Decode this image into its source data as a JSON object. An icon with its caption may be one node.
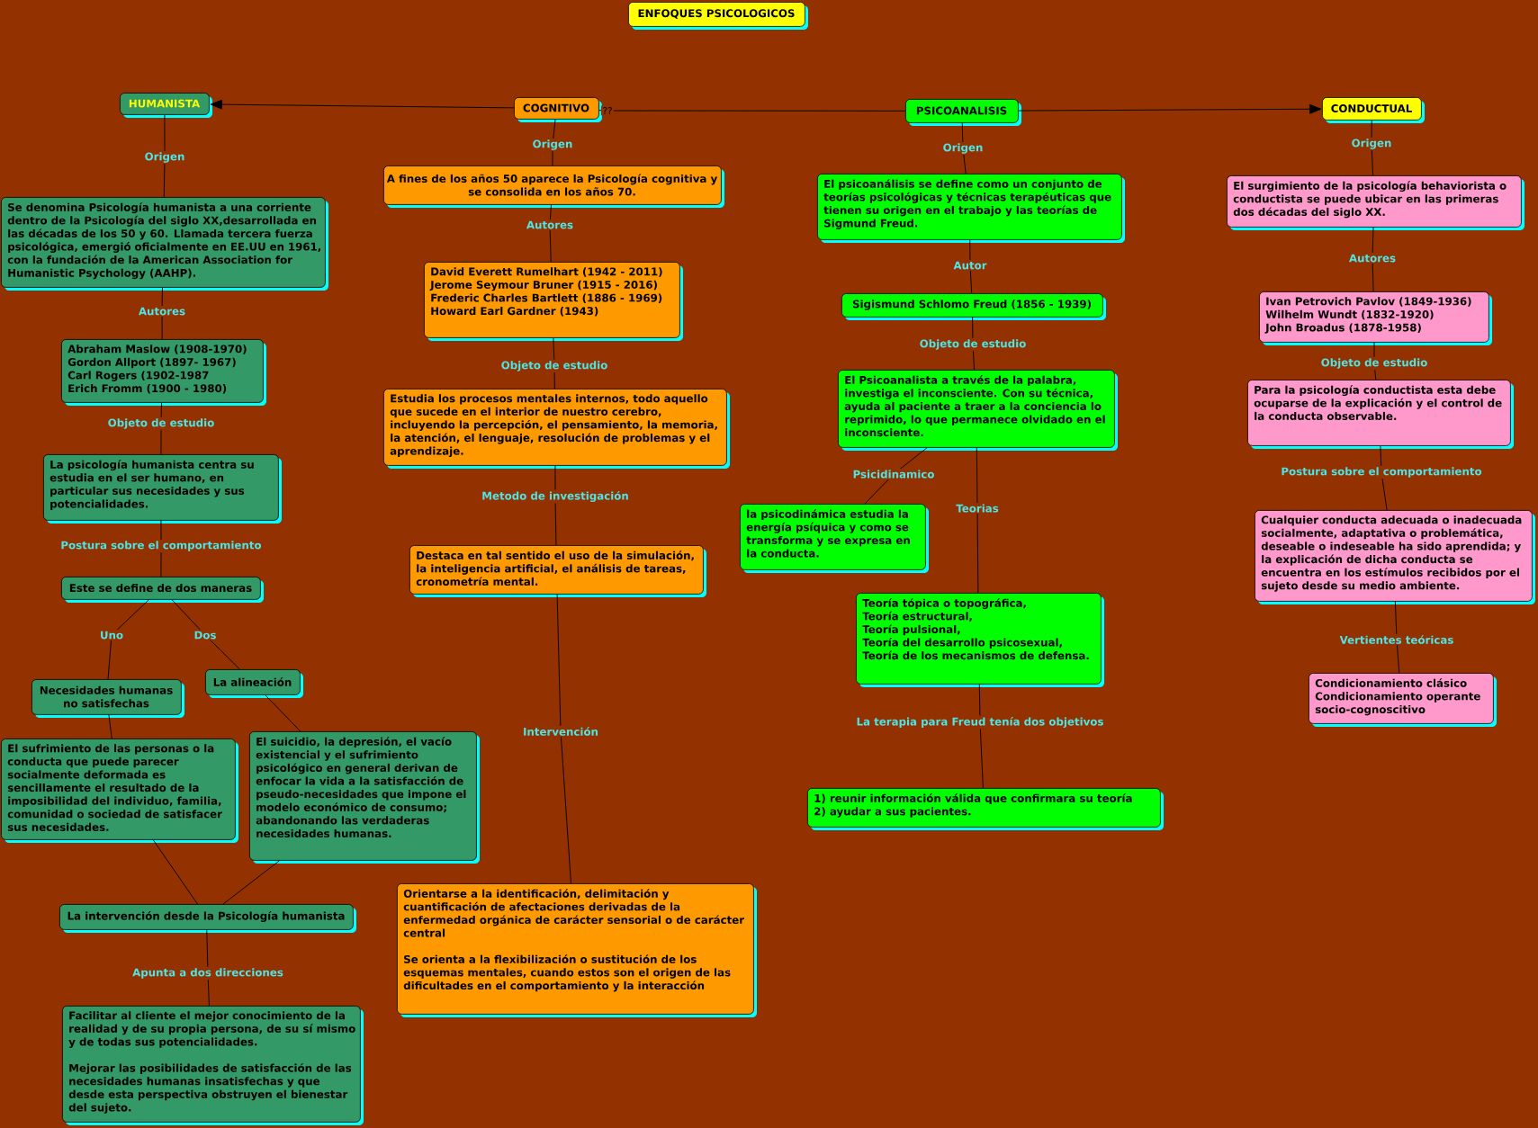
{
  "diagram": {
    "nodes": [
      {
        "text": [
          "ENFOQUES PSICOLOGICOS"
        ]
      },
      {
        "text": [
          "HUMANISTA"
        ]
      },
      {
        "text": [
          "COGNITIVO"
        ]
      },
      {
        "text": [
          "PSICOANALISIS"
        ]
      },
      {
        "text": [
          "CONDUCTUAL"
        ]
      },
      {
        "text": [
          "Se denomina Psicología humanista a una corriente dentro de la Psicología del siglo XX,desarrollada en las décadas de los 50 y 60. Llamada tercera fuerza psicológica, emergió oficialmente en EE.UU en 1961, con la fundación de la American Association for Humanistic Psychology (AAHP)."
        ]
      },
      {
        "text": [
          "Abraham Maslow (1908-1970)",
          "Gordon Allport (1897- 1967)",
          "Carl Rogers (1902-1987",
          "Erich Fromm (1900 - 1980)"
        ]
      },
      {
        "text": [
          "La psicología humanista centra su estudia en el ser humano, en particular sus necesidades y sus potencialidades."
        ]
      },
      {
        "text": [
          "Este se define de dos maneras"
        ]
      },
      {
        "text": [
          "Necesidades humanas no satisfechas"
        ]
      },
      {
        "text": [
          "La alineación"
        ]
      },
      {
        "text": [
          "El sufrimiento de las personas o la conducta que puede parecer socialmente deformada es sencillamente el resultado de la imposibilidad del individuo, familia, comunidad o sociedad de satisfacer sus necesidades."
        ]
      },
      {
        "text": [
          "El suicidio, la depresión, el vacío existencial y el sufrimiento psicológico en general derivan de enfocar la vida a la satisfacción de pseudo-necesidades que impone el modelo económico de consumo; abandonando las verdaderas necesidades humanas."
        ]
      },
      {
        "text": [
          "La intervención desde la Psicología humanista"
        ]
      },
      {
        "text": [
          "Facilitar al cliente el mejor conocimiento de la realidad y de su propia persona, de su sí mismo y de todas sus potencialidades.",
          "Mejorar las posibilidades de satisfacción de las necesidades humanas insatisfechas y que desde esta perspectiva obstruyen el bienestar del sujeto."
        ]
      },
      {
        "text": [
          "A fines de los años 50 aparece la Psicología cognitiva y se consolida en los años 70."
        ]
      },
      {
        "text": [
          "David Everett Rumelhart (1942 - 2011)",
          "Jerome Seymour Bruner (1915 - 2016)",
          "Frederic Charles Bartlett (1886 - 1969)",
          "Howard Earl Gardner (1943)"
        ]
      },
      {
        "text": [
          "Estudia los procesos mentales internos, todo aquello que sucede en el interior de nuestro cerebro, incluyendo la percepción, el pensamiento, la memoria, la atención, el lenguaje, resolución de problemas y el aprendizaje."
        ]
      },
      {
        "text": [
          "Destaca en tal sentido el uso de la simulación, la inteligencia artificial, el análisis de tareas, cronometría mental."
        ]
      },
      {
        "text": [
          "Orientarse a la identificación, delimitación y cuantificación de afectaciones derivadas de la enfermedad orgánica de carácter sensorial o de carácter central",
          "Se orienta a la flexibilización o sustitución de los esquemas mentales, cuando estos son el origen de las dificultades en el comportamiento y la interacción"
        ]
      },
      {
        "text": [
          "El psicoanálisis se define como un conjunto de teorías psicológicas y técnicas terapéuticas que tienen su origen en el trabajo y las teorías de Sigmund Freud."
        ]
      },
      {
        "text": [
          "Sigismund Schlomo Freud (1856 - 1939)"
        ]
      },
      {
        "text": [
          "El Psicoanalista a través de la palabra, investiga el inconsciente. Con su técnica, ayuda al paciente a traer a la conciencia lo reprimido, lo que permanece olvidado en el inconsciente."
        ]
      },
      {
        "text": [
          "la psicodinámica estudia la energía psíquica y como se transforma y se expresa en la conducta."
        ]
      },
      {
        "text": [
          "Teoría tópica o topográfica,",
          "Teoría estructural,",
          "Teoría pulsional,",
          "Teoría del desarrollo psicosexual,",
          "Teoría de los mecanismos de defensa."
        ]
      },
      {
        "text": [
          "1) reunir información válida que confirmara su teoría",
          "2) ayudar a sus pacientes."
        ]
      },
      {
        "text": [
          "El surgimiento de la psicología behaviorista o conductista se puede ubicar en las primeras dos décadas del siglo XX."
        ]
      },
      {
        "text": [
          "Ivan Petrovich Pavlov (1849-1936)",
          "Wilhelm Wundt (1832-1920)",
          "John Broadus (1878-1958)"
        ]
      },
      {
        "text": [
          "Para la psicología conductista esta debe ocuparse de la explicación y el control de la conducta observable."
        ]
      },
      {
        "text": [
          "Cualquier conducta adecuada o inadecuada socialmente, adaptativa o problemática, deseable o indeseable ha sido aprendida; y la explicación de dicha conducta se encuentra en los estímulos recibidos por el sujeto desde su medio ambiente."
        ]
      },
      {
        "text": [
          "Condicionamiento clásico",
          "Condicionamiento operante",
          "socio-cognoscitivo"
        ]
      }
    ],
    "edges": [
      {
        "from": 2,
        "to": 1,
        "arrow": "to"
      },
      {
        "from": 2,
        "to": 3,
        "arrow": "none",
        "label": "??"
      },
      {
        "from": 3,
        "to": 4,
        "arrow": "to"
      },
      {
        "from": 1,
        "to": 5,
        "arrow": "none",
        "label": "Origen"
      },
      {
        "from": 5,
        "to": 6,
        "arrow": "none",
        "label": "Autores"
      },
      {
        "from": 6,
        "to": 7,
        "arrow": "none",
        "label": "Objeto de estudio"
      },
      {
        "from": 7,
        "to": 8,
        "arrow": "none",
        "label": "Postura sobre el comportamiento"
      },
      {
        "from": 8,
        "to": 9,
        "arrow": "none",
        "label": "Uno"
      },
      {
        "from": 8,
        "to": 10,
        "arrow": "none",
        "label": "Dos"
      },
      {
        "from": 9,
        "to": 11,
        "arrow": "none"
      },
      {
        "from": 10,
        "to": 12,
        "arrow": "none"
      },
      {
        "from": 11,
        "to": 13,
        "arrow": "none"
      },
      {
        "from": 12,
        "to": 13,
        "arrow": "none"
      },
      {
        "from": 13,
        "to": 14,
        "arrow": "none",
        "label": "Apunta a dos direcciones"
      },
      {
        "from": 2,
        "to": 15,
        "arrow": "none",
        "label": "Origen"
      },
      {
        "from": 15,
        "to": 16,
        "arrow": "none",
        "label": "Autores"
      },
      {
        "from": 16,
        "to": 17,
        "arrow": "none",
        "label": "Objeto de estudio"
      },
      {
        "from": 17,
        "to": 18,
        "arrow": "none",
        "label": "Metodo de investigación"
      },
      {
        "from": 18,
        "to": 19,
        "arrow": "none",
        "label": "Intervención"
      },
      {
        "from": 3,
        "to": 20,
        "arrow": "none",
        "label": "Origen"
      },
      {
        "from": 20,
        "to": 21,
        "arrow": "none",
        "label": "Autor"
      },
      {
        "from": 21,
        "to": 22,
        "arrow": "none",
        "label": "Objeto de estudio"
      },
      {
        "from": 22,
        "to": 23,
        "arrow": "none",
        "label": "Psicidinamico"
      },
      {
        "from": 22,
        "to": 24,
        "arrow": "none",
        "label": "Teorias"
      },
      {
        "from": 24,
        "to": 25,
        "arrow": "none",
        "label": "La terapia para Freud tenía dos objetivos"
      },
      {
        "from": 4,
        "to": 26,
        "arrow": "none",
        "label": "Origen"
      },
      {
        "from": 26,
        "to": 27,
        "arrow": "none",
        "label": "Autores"
      },
      {
        "from": 27,
        "to": 28,
        "arrow": "none",
        "label": "Objeto de estudio"
      },
      {
        "from": 28,
        "to": 29,
        "arrow": "none",
        "label": "Postura sobre el comportamiento"
      },
      {
        "from": 29,
        "to": 30,
        "arrow": "none",
        "label": "Vertientes teóricas"
      }
    ]
  }
}
